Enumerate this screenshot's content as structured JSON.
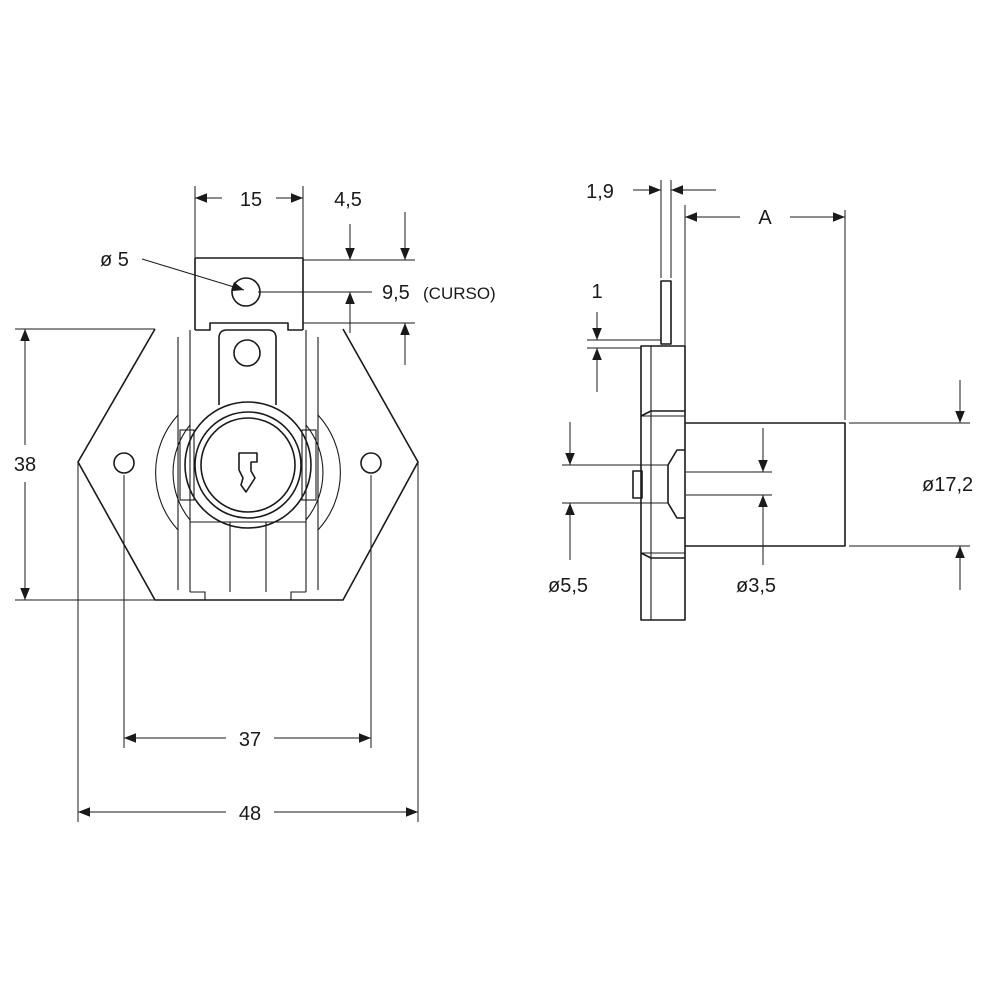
{
  "front_view": {
    "dims": {
      "top_width": "15",
      "top_offset": "4,5",
      "hole_diameter": "ø 5",
      "stroke": "9,5",
      "stroke_note": "(CURSO)",
      "height": "38",
      "hole_spacing": "37",
      "total_width": "48"
    }
  },
  "side_view": {
    "dims": {
      "plate_thickness": "1,9",
      "depth": "A",
      "step": "1",
      "body_diameter": "ø17,2",
      "pin_diameter_outer": "ø5,5",
      "pin_diameter_inner": "ø3,5"
    }
  }
}
